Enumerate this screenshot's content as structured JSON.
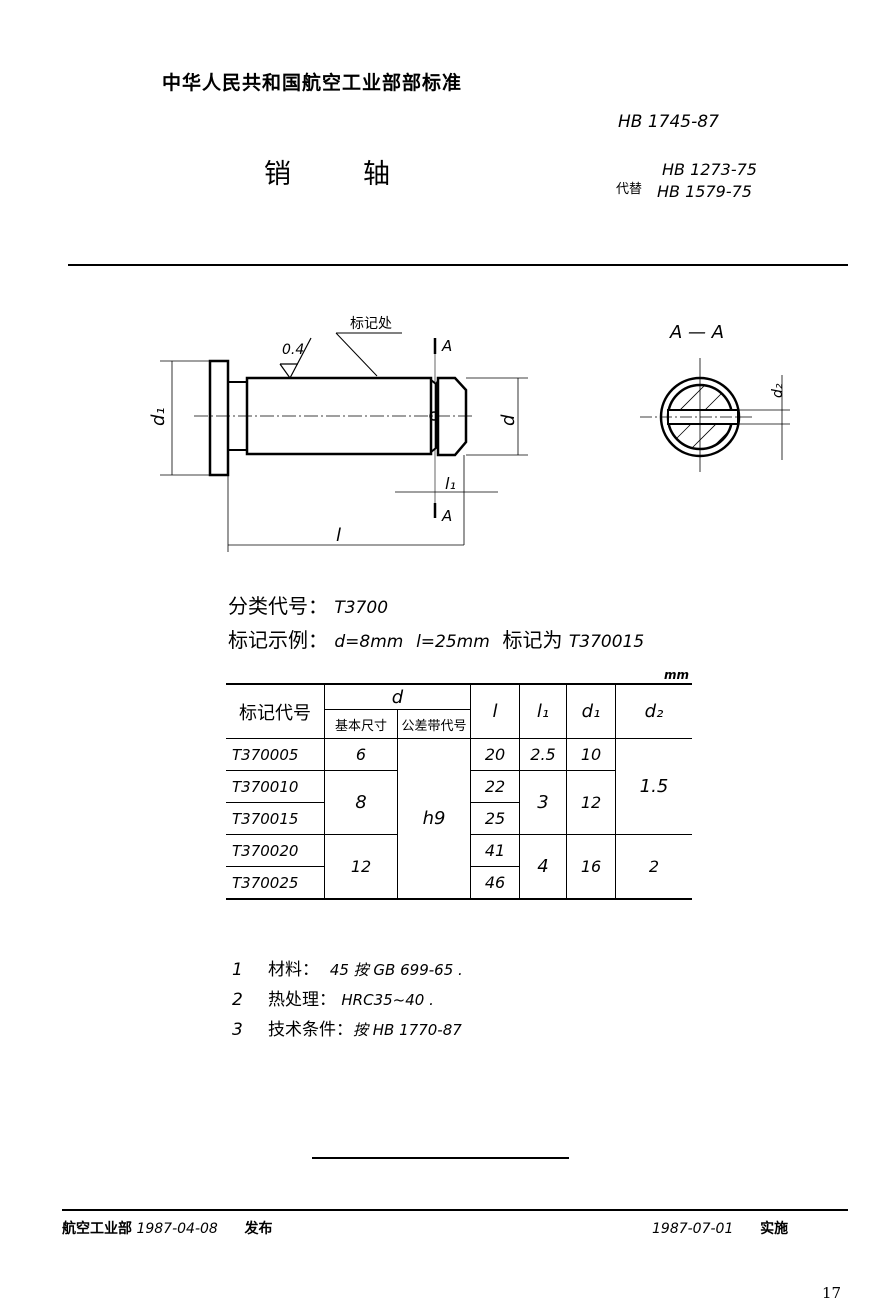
{
  "header": {
    "organization": "中华人民共和国航空工业部部标准",
    "standard_number": "HB 1745-87",
    "title_part1": "销",
    "title_part2": "轴",
    "replaces_label": "代替",
    "replaces": [
      "HB 1273-75",
      "HB 1579-75"
    ]
  },
  "drawing": {
    "roughness": "0.4",
    "marking_label": "标记处",
    "section_mark": "A",
    "dim_d1": "d₁",
    "dim_d": "d",
    "dim_l1": "l₁",
    "dim_l": "l",
    "section_title": "A — A",
    "dim_d2": "d₂"
  },
  "info": {
    "classification_label": "分类代号：",
    "classification_value": "T3700",
    "example_label": "标记示例：",
    "example_d": "d=8mm",
    "example_l": "l=25mm",
    "example_mark_label": "标记为",
    "example_mark_value": "T370015"
  },
  "table": {
    "unit": "mm",
    "headers": {
      "code": "标记代号",
      "d": "d",
      "d_basic": "基本尺寸",
      "d_tol": "公差带代号",
      "l": "l",
      "l1": "l₁",
      "d1": "d₁",
      "d2": "d₂"
    },
    "rows": [
      {
        "code": "T370005",
        "d_basic": "6",
        "d_tol": "h9",
        "l": "20",
        "l1": "2.5",
        "d1": "10",
        "d2": "1.5"
      },
      {
        "code": "T370010",
        "d_basic": "8",
        "d_tol": "h9",
        "l": "22",
        "l1": "3",
        "d1": "12",
        "d2": "1.5"
      },
      {
        "code": "T370015",
        "d_basic": "8",
        "d_tol": "h9",
        "l": "25",
        "l1": "3",
        "d1": "12",
        "d2": "1.5"
      },
      {
        "code": "T370020",
        "d_basic": "12",
        "d_tol": "h9",
        "l": "41",
        "l1": "4",
        "d1": "16",
        "d2": "2"
      },
      {
        "code": "T370025",
        "d_basic": "12",
        "d_tol": "h9",
        "l": "46",
        "l1": "4",
        "d1": "16",
        "d2": "2"
      }
    ]
  },
  "notes": [
    {
      "num": "1",
      "label": "材料：",
      "value": "45 按 GB 699-65 ."
    },
    {
      "num": "2",
      "label": "热处理：",
      "value": "HRC35~40 ."
    },
    {
      "num": "3",
      "label": "技术条件：",
      "value": "按 HB 1770-87"
    }
  ],
  "footer": {
    "issuer": "航空工业部",
    "issue_date": "1987-04-08",
    "issue_label": "发布",
    "effective_date": "1987-07-01",
    "effective_label": "实施",
    "page_number": "17"
  }
}
